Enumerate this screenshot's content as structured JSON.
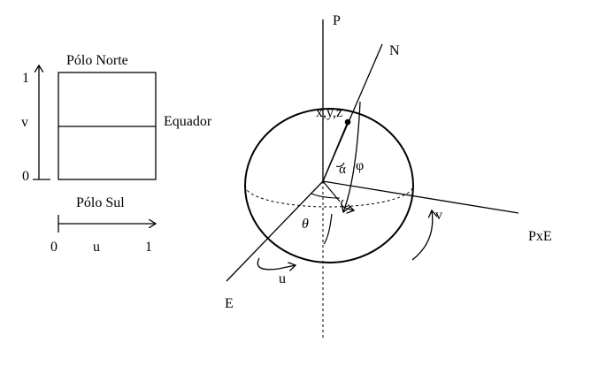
{
  "map_panel": {
    "north_pole": "Pólo Norte",
    "south_pole": "Pólo Sul",
    "equator": "Equador",
    "v_axis": "v",
    "v_one": "1",
    "v_zero": "0",
    "u_axis": "u",
    "u_zero": "0",
    "u_one": "1"
  },
  "sphere_panel": {
    "p_axis": "P",
    "n_axis": "N",
    "e_axis": "E",
    "pxe_axis": "PxE",
    "point": "x,y,z",
    "alpha": "α",
    "phi": "φ",
    "theta": "θ",
    "u_arrow": "u",
    "v_arrow": "v"
  },
  "colors": {
    "ink": "#000000",
    "background": "#ffffff"
  }
}
